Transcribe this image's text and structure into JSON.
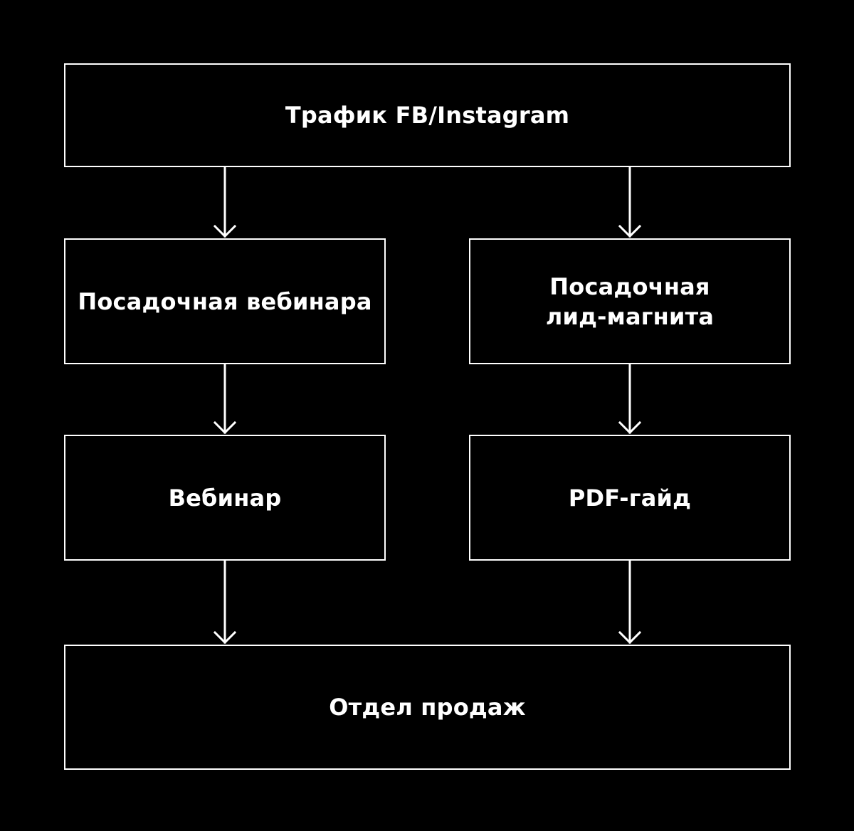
{
  "colors": {
    "background": "#000000",
    "stroke": "#ffffff",
    "text": "#ffffff"
  },
  "nodes": {
    "traffic": "Трафик FB/Instagram",
    "webinar_landing": "Посадочная вебинара",
    "lead_magnet_landing": "Посадочная\nлид-магнита",
    "webinar": "Вебинар",
    "pdf_guide": "PDF-гайд",
    "sales_department": "Отдел продаж"
  },
  "edges": [
    {
      "from": "traffic",
      "to": "webinar_landing"
    },
    {
      "from": "traffic",
      "to": "lead_magnet_landing"
    },
    {
      "from": "webinar_landing",
      "to": "webinar"
    },
    {
      "from": "lead_magnet_landing",
      "to": "pdf_guide"
    },
    {
      "from": "webinar",
      "to": "sales_department"
    },
    {
      "from": "pdf_guide",
      "to": "sales_department"
    }
  ]
}
